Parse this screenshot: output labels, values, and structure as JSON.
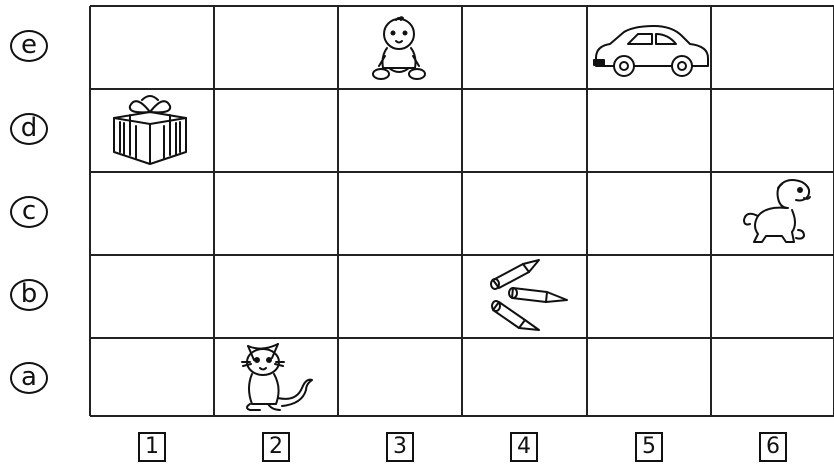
{
  "grid": {
    "rows": [
      {
        "label": "e"
      },
      {
        "label": "d"
      },
      {
        "label": "c"
      },
      {
        "label": "b"
      },
      {
        "label": "a"
      }
    ],
    "columns": [
      {
        "label": "1"
      },
      {
        "label": "2"
      },
      {
        "label": "3"
      },
      {
        "label": "4"
      },
      {
        "label": "5"
      },
      {
        "label": "6"
      }
    ],
    "items": [
      {
        "object": "baby",
        "icon": "baby-icon",
        "column": "3",
        "row": "e"
      },
      {
        "object": "car",
        "icon": "car-icon",
        "column": "5",
        "row": "e"
      },
      {
        "object": "gift box",
        "icon": "gift-icon",
        "column": "1",
        "row": "d"
      },
      {
        "object": "dog",
        "icon": "dog-icon",
        "column": "6",
        "row": "c"
      },
      {
        "object": "pencils",
        "icon": "pencils-icon",
        "column": "4",
        "row": "b"
      },
      {
        "object": "cat",
        "icon": "cat-icon",
        "column": "2",
        "row": "a"
      }
    ]
  }
}
